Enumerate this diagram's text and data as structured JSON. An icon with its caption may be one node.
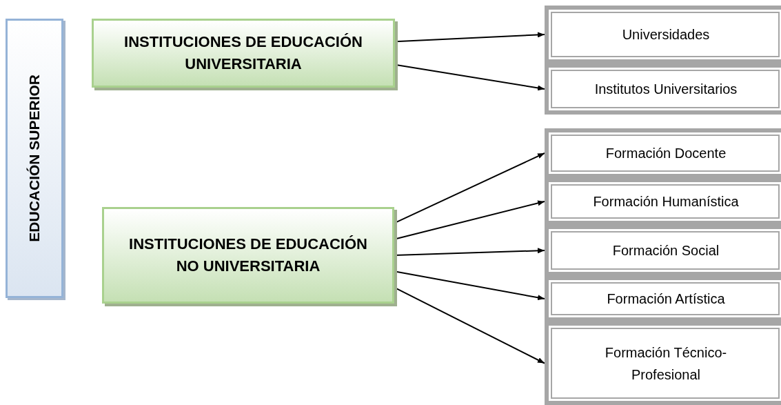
{
  "diagram": {
    "nodes": [
      {
        "text": [
          "EDUCACIÓN SUPERIOR"
        ]
      },
      {
        "text": [
          "INSTITUCIONES DE EDUCACIÓN UNIVERSITARIA"
        ]
      },
      {
        "text": [
          "INSTITUCIONES DE EDUCACIÓN NO UNIVERSITARIA"
        ]
      },
      {
        "text": [
          "Universidades"
        ]
      },
      {
        "text": [
          "Institutos Universitarios"
        ]
      },
      {
        "text": [
          "Formación Docente"
        ]
      },
      {
        "text": [
          "Formación Humanística"
        ]
      },
      {
        "text": [
          "Formación Social"
        ]
      },
      {
        "text": [
          "Formación Artística"
        ]
      },
      {
        "text": [
          "Formación Técnico-Profesional"
        ]
      }
    ],
    "edges": [
      {
        "from": 1,
        "to": 3,
        "arrow": "to"
      },
      {
        "from": 1,
        "to": 4,
        "arrow": "to"
      },
      {
        "from": 2,
        "to": 5,
        "arrow": "to"
      },
      {
        "from": 2,
        "to": 6,
        "arrow": "to"
      },
      {
        "from": 2,
        "to": 7,
        "arrow": "to"
      },
      {
        "from": 2,
        "to": 8,
        "arrow": "to"
      },
      {
        "from": 2,
        "to": 9,
        "arrow": "to"
      }
    ]
  }
}
